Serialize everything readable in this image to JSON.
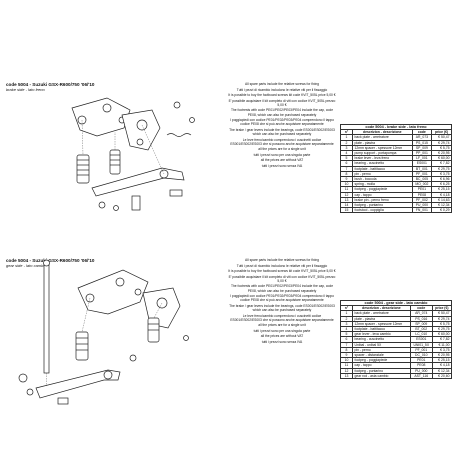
{
  "brake": {
    "code": "code 5004 - Suzuki GSX-R600/750 '06/'10",
    "subtitle": "brake side - lato freno",
    "notes": [
      "All spare parts include the relative screws for fixing",
      "Tutti i pezzi di ricambio includono le relative viti per il fissaggio",
      "It is possible to buy the footboard screws kit code KVIT_505L price 5,00 €",
      "E' possibile acquistare il kit completo di viti con codice KVIT_505L prezzo 5,00 €",
      "The footrests with code PE01/PE02/PE03/PE04 include the cap, code PE08, which can also be purchased separately",
      "I poggiapiedi con codice PE01/PE02/PE03/PE04 comprendono il tappo codice PE08 che si può anche acquistare separatamente",
      "The brake / gear levers include the bearings, code ES001/ES002/ES003 which can also be purchased separately",
      "Le leve freno/cambio comprendono i cuscinetti codice ES001/ES002/ES003 che si possono anche acquistare separatamente",
      "all the prices are for a single unit",
      "tutti i prezzi sono per una singola parte",
      "all the prices are without VAT",
      "tutti i prezzi sono senza IVA"
    ],
    "table": {
      "title": "code 5004 - brake side - lato freno",
      "headers": [
        "n°",
        "descrizion - descrizione",
        "code",
        "price (€)"
      ],
      "rows": [
        [
          "1",
          "back plate - arretratore",
          "AR_073",
          "€ 50,47"
        ],
        [
          "2",
          "plate - piastra",
          "PS_015",
          "€ 29,74"
        ],
        [
          "3",
          "12mm spacer - spessore 12mm",
          "SP_009",
          "€ 5,75"
        ],
        [
          "4",
          "pump support - portapompa",
          "PP_001",
          "€ 20,95"
        ],
        [
          "5",
          "brake lever - leva freno",
          "LF_001",
          "€ 60,00"
        ],
        [
          "6",
          "bearing - cuscinetto",
          "ES001",
          "€ 7,82"
        ],
        [
          "7",
          "footplate - battitacco",
          "BT_001",
          "€ 29,75"
        ],
        [
          "8",
          "pin - perno",
          "PF_001",
          "€ 3,75"
        ],
        [
          "9",
          "bush - boccola",
          "BC_005",
          "€ 6,96"
        ],
        [
          "10",
          "spring - molla",
          "MO_002",
          "€ 6,25"
        ],
        [
          "11",
          "footpeg - poggiapiede",
          "PE01",
          "€ 25,15"
        ],
        [
          "12",
          "cap - tappo",
          "PE08",
          "€ 4,18"
        ],
        [
          "13",
          "brake pin - perno freno",
          "PF_002",
          "€ 14,63"
        ],
        [
          "14",
          "footpeg - puntarino",
          "PU_000",
          "€ 12,34"
        ],
        [
          "15",
          "footstool - coppiglia",
          "FN_001",
          "€ 0,29"
        ]
      ]
    }
  },
  "gear": {
    "code": "code 5004 - Suzuki GSX-R600/750 '06/'10",
    "subtitle": "gear side - lato cambio",
    "notes": [
      "All spare parts include the relative screws for fixing",
      "Tutti i pezzi di ricambio includono le relative viti per il fissaggio",
      "It is possible to buy the footboard screws kit code KVIT_505L price 5,00 €",
      "E' possibile acquistare il kit completo di viti con codice KVIT_505L prezzo 5,00 €",
      "The footrests with code PE01/PE02/PE03/PE04 include the cap, code PE08, which can also be purchased separately",
      "I poggiapiedi con codice PE01/PE02/PE03/PE04 comprendono il tappo codice PE08 che si può anche acquistare separatamente",
      "The brake / gear levers include the bearings, code ES001/ES002/ES003 which can also be purchased separately",
      "Le leve freno/cambio comprendono i cuscinetti codice ES001/ES002/ES003 che si possono anche acquistare separatamente",
      "all the prices are for a single unit",
      "tutti i prezzi sono per una singola parte",
      "all the prices are without VAT",
      "tutti i prezzi sono senza IVA"
    ],
    "table": {
      "title": "code 5004 - gear side - lato cambio",
      "headers": [
        "n°",
        "descrizion - descrizione",
        "code",
        "price (€)"
      ],
      "rows": [
        [
          "1",
          "back plate - arretratore",
          "AR_074",
          "€ 50,47"
        ],
        [
          "2",
          "plate - piastra",
          "PS_016",
          "€ 29,74"
        ],
        [
          "3",
          "12mm spacer - spessore 12mm",
          "SP_009",
          "€ 5,75"
        ],
        [
          "4",
          "footplate - battitacco",
          "BT_002",
          "€ 29,75"
        ],
        [
          "5",
          "gear lever - leva cambio",
          "LC_010",
          "€ 60,00"
        ],
        [
          "6",
          "bearing - cuscinetto",
          "ES001",
          "€ 7,82"
        ],
        [
          "7",
          "Unibal - unibal 5X",
          "UNI01_5X",
          "€ 11,00"
        ],
        [
          "8",
          "pin - perno",
          "PF_001",
          "€ 3,75"
        ],
        [
          "9",
          "spacer - distanziale",
          "DC_010",
          "€ 20,95"
        ],
        [
          "10",
          "footpeg - poggiapiede",
          "PE01",
          "€ 25,15"
        ],
        [
          "11",
          "cap - tappo",
          "PE08",
          "€ 4,18"
        ],
        [
          "12",
          "footpeg - puntarino",
          "PU_000",
          "€ 12,34"
        ],
        [
          "13",
          "gear rod - asta cambio",
          "AST_116",
          "€ 20,60"
        ]
      ]
    }
  }
}
